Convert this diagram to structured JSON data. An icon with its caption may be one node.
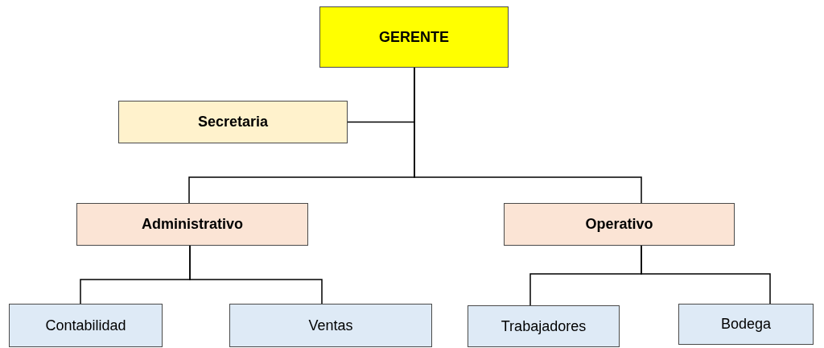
{
  "diagram": {
    "nodes": [
      {
        "text": [
          "GERENTE"
        ]
      },
      {
        "text": [
          "Secretaria"
        ]
      },
      {
        "text": [
          "Administrativo"
        ]
      },
      {
        "text": [
          "Operativo"
        ]
      },
      {
        "text": [
          "Contabilidad"
        ]
      },
      {
        "text": [
          "Ventas"
        ]
      },
      {
        "text": [
          "Trabajadores"
        ]
      },
      {
        "text": [
          "Bodega"
        ]
      }
    ],
    "edges": [
      {
        "from": 0,
        "to": 1,
        "arrow": "none"
      },
      {
        "from": 0,
        "to": 2,
        "arrow": "none"
      },
      {
        "from": 0,
        "to": 3,
        "arrow": "none"
      },
      {
        "from": 2,
        "to": 4,
        "arrow": "none"
      },
      {
        "from": 2,
        "to": 5,
        "arrow": "none"
      },
      {
        "from": 3,
        "to": 6,
        "arrow": "none"
      },
      {
        "from": 3,
        "to": 7,
        "arrow": "none"
      }
    ]
  }
}
